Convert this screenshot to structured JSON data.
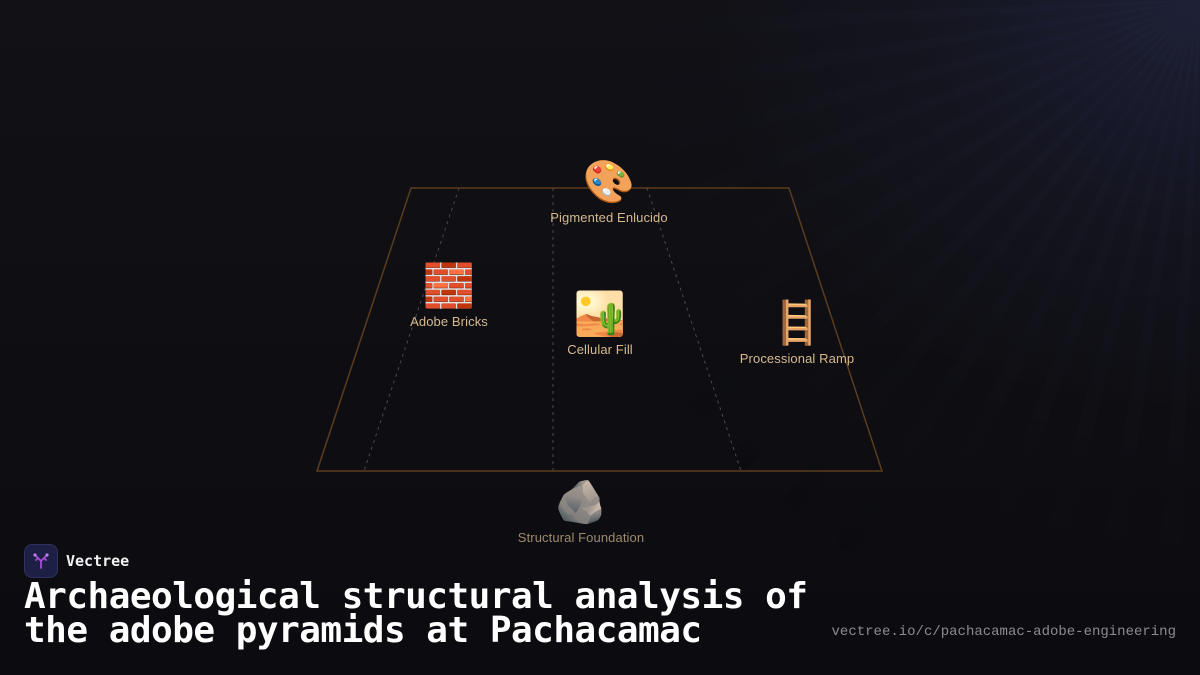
{
  "diagram": {
    "nodes": [
      {
        "id": "pigmented",
        "label": "Pigmented Enlucido",
        "emoji": "🎨"
      },
      {
        "id": "bricks",
        "label": "Adobe Bricks",
        "emoji": "🧱"
      },
      {
        "id": "fill",
        "label": "Cellular Fill",
        "emoji": "🏜️"
      },
      {
        "id": "ramp",
        "label": "Processional Ramp",
        "emoji": "🪜"
      },
      {
        "id": "foundation",
        "label": "Structural Foundation",
        "emoji": "🪨"
      }
    ],
    "colors": {
      "outline": "#5a3d1e",
      "divider": "#4a4a4a",
      "label": "#d6b98e"
    }
  },
  "brand": {
    "name": "Vectree",
    "logo_icon": "tree-fork-icon",
    "logo_color": "#a24fd6"
  },
  "headline": "Archaeological structural analysis of the adobe pyramids at Pachacamac",
  "url": "vectree.io/c/pachacamac-adobe-engineering"
}
